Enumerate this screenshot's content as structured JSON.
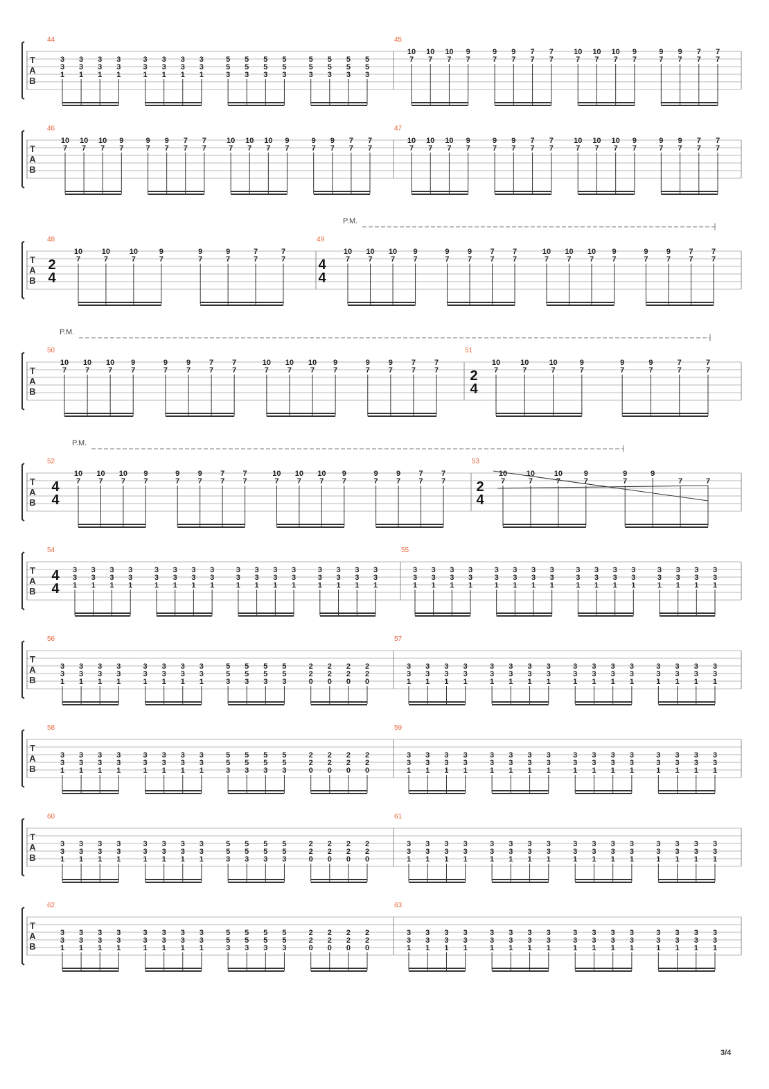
{
  "page_number": "3/4",
  "palm_mute_label": "P.M.",
  "tab_letters": [
    "T",
    "A",
    "B"
  ],
  "beats": {
    "A": [
      [
        2,
        "3"
      ],
      [
        3,
        "3"
      ],
      [
        4,
        "1"
      ]
    ],
    "B": [
      [
        2,
        "5"
      ],
      [
        3,
        "5"
      ],
      [
        4,
        "3"
      ]
    ],
    "C": [
      [
        1,
        "10"
      ],
      [
        2,
        "7"
      ]
    ],
    "D": [
      [
        1,
        "9"
      ],
      [
        2,
        "7"
      ]
    ],
    "E": [
      [
        1,
        "7"
      ],
      [
        2,
        "7"
      ]
    ],
    "F": [
      [
        3,
        "3"
      ],
      [
        4,
        "3"
      ],
      [
        5,
        "1"
      ]
    ],
    "G": [
      [
        3,
        "5"
      ],
      [
        4,
        "5"
      ],
      [
        5,
        "3"
      ]
    ],
    "H": [
      [
        3,
        "2"
      ],
      [
        4,
        "2"
      ],
      [
        5,
        "0"
      ]
    ],
    "I": [
      [
        1,
        "9"
      ]
    ],
    "J": [
      [
        2,
        "7"
      ]
    ]
  },
  "systems": [
    {
      "measures": [
        {
          "number": "44",
          "pattern": "AAAAAAAABBBBBBBB"
        },
        {
          "number": "45",
          "pattern": "CCCDDDEECCCDDDEE"
        }
      ]
    },
    {
      "measures": [
        {
          "number": "46",
          "pattern": "CCCDDDEECCCDDDEE"
        },
        {
          "number": "47",
          "pattern": "CCCDDDEECCCDDDEE"
        }
      ]
    },
    {
      "pm": true,
      "measures": [
        {
          "number": "48",
          "time": [
            "2",
            "4"
          ],
          "pattern": "CCCDDDEE"
        },
        {
          "number": "49",
          "time": [
            "4",
            "4"
          ],
          "pattern": "CCCDDDEECCCDDDEE"
        }
      ]
    },
    {
      "pm": true,
      "measures": [
        {
          "number": "50",
          "pattern": "CCCDDDEECCCDDDEE"
        },
        {
          "number": "51",
          "time": [
            "2",
            "4"
          ],
          "pattern": "CCCDDDEE"
        }
      ]
    },
    {
      "pm": true,
      "measures": [
        {
          "number": "52",
          "time": [
            "4",
            "4"
          ],
          "pattern": "CCCDDDEECCCDDDEE"
        },
        {
          "number": "53",
          "time": [
            "2",
            "4"
          ],
          "pattern": "CCCDDIJJ"
        }
      ]
    },
    {
      "measures": [
        {
          "number": "54",
          "time": [
            "4",
            "4"
          ],
          "pattern": "AAAAAAAAAAAAAAAA"
        },
        {
          "number": "55",
          "pattern": "AAAAAAAAAAAAAAAA"
        }
      ]
    },
    {
      "measures": [
        {
          "number": "56",
          "pattern": "FFFFFFFFGGGGHHHH"
        },
        {
          "number": "57",
          "pattern": "FFFFFFFFFFFFFFFF"
        }
      ]
    },
    {
      "measures": [
        {
          "number": "58",
          "pattern": "FFFFFFFFGGGGHHHH"
        },
        {
          "number": "59",
          "pattern": "FFFFFFFFFFFFFFFF"
        }
      ]
    },
    {
      "measures": [
        {
          "number": "60",
          "pattern": "FFFFFFFFGGGGHHHH"
        },
        {
          "number": "61",
          "pattern": "FFFFFFFFFFFFFFFF"
        }
      ]
    },
    {
      "measures": [
        {
          "number": "62",
          "pattern": "FFFFFFFFGGGGHHHH"
        },
        {
          "number": "63",
          "pattern": "FFFFFFFFFFFFFFFF"
        }
      ]
    }
  ]
}
